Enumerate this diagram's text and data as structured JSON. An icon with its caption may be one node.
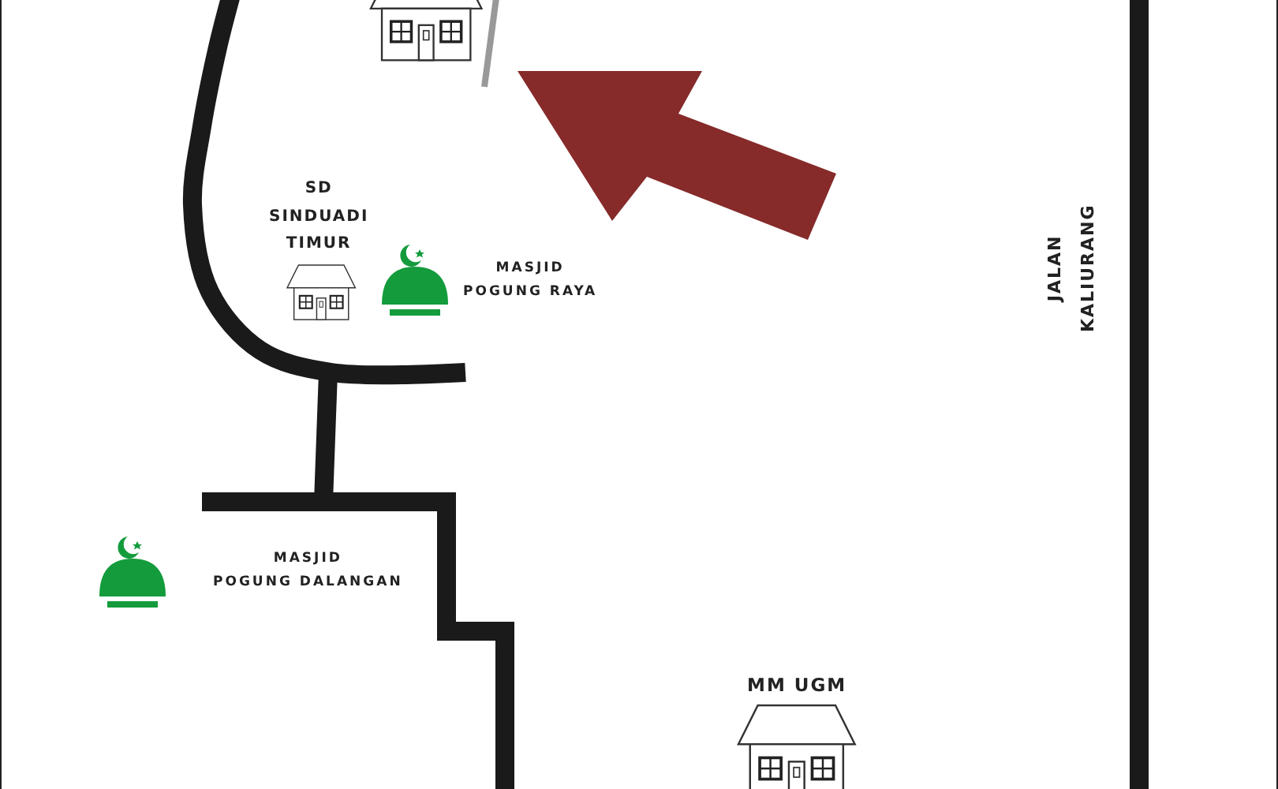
{
  "diagram": {
    "labels": [
      "SD SINDUADI TIMUR",
      "MASJID POGUNG RAYA",
      "JALAN KALIURANG",
      "MASJID POGUNG DALANGAN",
      "MM UGM"
    ]
  }
}
